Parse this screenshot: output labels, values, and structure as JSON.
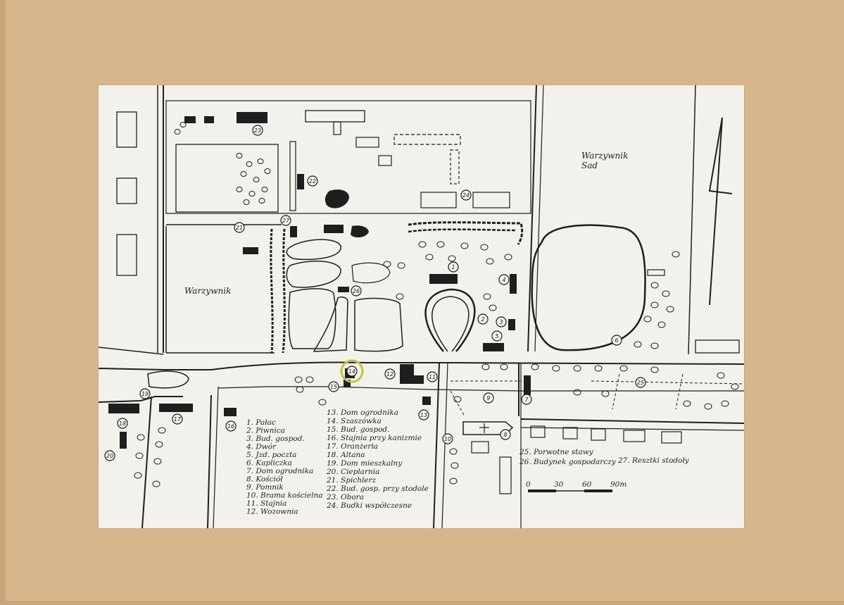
{
  "map": {
    "labels": {
      "warzywnik_left": "Warzywnik",
      "warzywnik_right": "Warzywnik",
      "sad_right": "Sad"
    },
    "legend": {
      "col1": [
        "1. Pałac",
        "2. Piwnica",
        "3. Bud. gospod.",
        "4. Dwór",
        "5. Jzd. poczta",
        "6. Kapliczka",
        "7. Dom ogrodnika",
        "8. Kościół",
        "9. Pomnik",
        "10. Brama kościelna",
        "11. Stajnia",
        "12. Wozownia"
      ],
      "col2": [
        "13. Dom ogrodnika",
        "14. Szaszówka",
        "15. Bud. gospod.",
        "16. Stajnia przy kanizmie",
        "17. Oranżeria",
        "18. Altana",
        "19. Dom mieszkalny",
        "20. Cieplarnia",
        "21. Spichlerz",
        "22. Bud. gosp. przy stodole",
        "23. Obora",
        "24. Budki współczesne"
      ],
      "col3": [
        "25. Porwotne stawy",
        "26. Budynek gospodarczy"
      ],
      "col4": [
        "27. Resztki stodoły"
      ]
    },
    "scale": {
      "ticks": [
        "0",
        "30",
        "60",
        "90m"
      ]
    },
    "markers": [
      "1",
      "2",
      "3",
      "4",
      "5",
      "6",
      "7",
      "8",
      "9",
      "10",
      "11",
      "12",
      "13",
      "14",
      "15",
      "16",
      "17",
      "18",
      "19",
      "20",
      "21",
      "22",
      "23",
      "24",
      "25",
      "26",
      "27"
    ],
    "colors": {
      "paper": "#f2f1ec",
      "mount": "#d8b68c",
      "ink": "#1e1e1e",
      "highlight": "#c8c23a"
    }
  }
}
